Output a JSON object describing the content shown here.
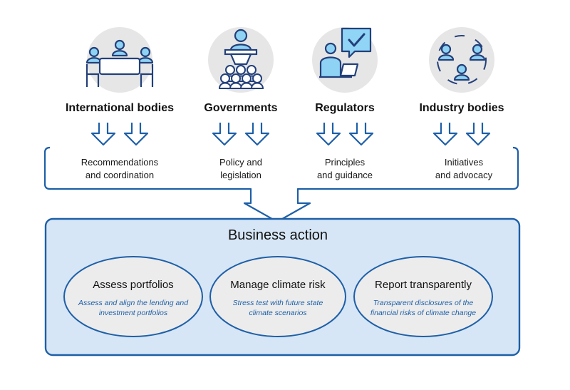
{
  "colors": {
    "primary_blue": "#1d5fa8",
    "navy": "#23407a",
    "light_blue": "#8fd3f4",
    "icon_circle": "#e6e6e6",
    "panel_fill": "#d6e6f6",
    "oval_fill": "#ececec",
    "check_box": "#90d5f5"
  },
  "actors": [
    {
      "name": "International bodies",
      "icon": "meeting-table-icon",
      "output": [
        "Recommendations",
        "and coordination"
      ]
    },
    {
      "name": "Governments",
      "icon": "podium-speaker-icon",
      "output": [
        "Policy and",
        "legislation"
      ]
    },
    {
      "name": "Regulators",
      "icon": "regulator-checkmark-icon",
      "output": [
        "Principles",
        "and guidance"
      ]
    },
    {
      "name": "Industry  bodies",
      "icon": "network-people-icon",
      "output": [
        "Initiatives",
        "and advocacy"
      ]
    }
  ],
  "business_action": {
    "title": "Business action",
    "items": [
      {
        "title": "Assess portfolios",
        "description": [
          "Assess and align the lending and",
          "investment portfolios"
        ]
      },
      {
        "title": "Manage climate risk",
        "description": [
          "Stress test with future state",
          "climate scenarios"
        ]
      },
      {
        "title": "Report transparently",
        "description": [
          "Transparent disclosures of  the",
          "financial risks of climate change"
        ]
      }
    ]
  }
}
